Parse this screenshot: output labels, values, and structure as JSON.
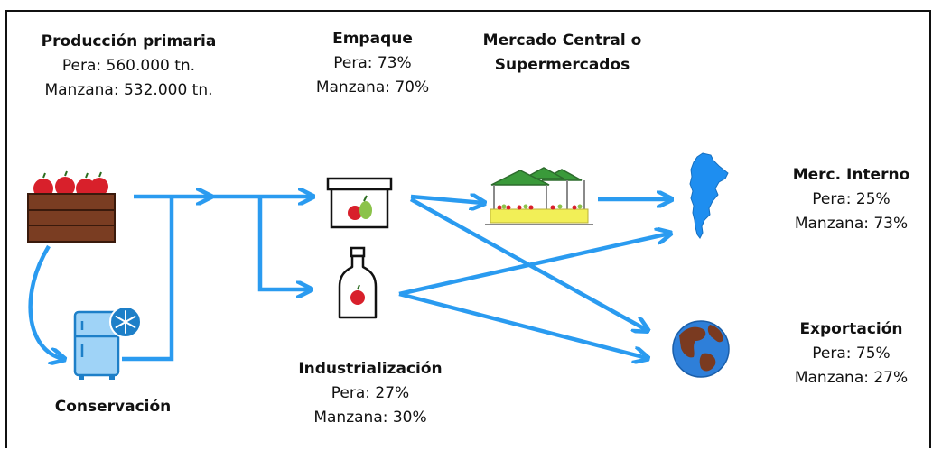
{
  "colors": {
    "arrow": "#2a9bf0",
    "crate": "#7a3d22",
    "apple": "#d8202b",
    "market_roof": "#3a9a3a",
    "market_stall": "#f2ef57",
    "globe_ocean": "#2e7fd9",
    "globe_land": "#7a3a20",
    "map_country": "#1e8ef0"
  },
  "nodes": {
    "produccion": {
      "title": "Producción primaria",
      "lines": [
        "Pera: 560.000 tn.",
        "Manzana: 532.000 tn."
      ]
    },
    "empaque": {
      "title": "Empaque",
      "lines": [
        "Pera: 73%",
        "Manzana: 70%"
      ]
    },
    "mercado": {
      "title_lines": [
        "Mercado Central o",
        "Supermercados"
      ]
    },
    "interno": {
      "title": "Merc. Interno",
      "lines": [
        "Pera: 25%",
        "Manzana: 73%"
      ]
    },
    "exportacion": {
      "title": "Exportación",
      "lines": [
        "Pera: 75%",
        "Manzana: 27%"
      ]
    },
    "industrializacion": {
      "title": "Industrialización",
      "lines": [
        "Pera: 27%",
        "Manzana: 30%"
      ]
    },
    "conservacion": {
      "title": "Conservación"
    }
  },
  "icons": [
    "fruit-crate-icon",
    "refrigerator-icon",
    "snowflake-icon",
    "fruit-box-icon",
    "juice-bottle-icon",
    "market-stalls-icon",
    "argentina-map-icon",
    "globe-icon"
  ]
}
